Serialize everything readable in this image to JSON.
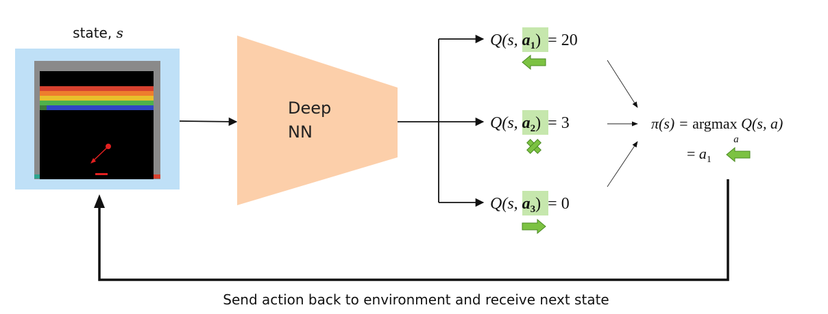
{
  "state_label": {
    "prefix": "state, ",
    "var": "s"
  },
  "network_label": {
    "line1": "Deep",
    "line2": "NN"
  },
  "q_values": [
    {
      "q": "Q(s,",
      "action_base": "a",
      "action_sub": "1",
      "close": ")",
      "equals": "= 20",
      "action_icon": "left-arrow-icon"
    },
    {
      "q": "Q(s,",
      "action_base": "a",
      "action_sub": "2",
      "close": ")",
      "equals": "= 3",
      "action_icon": "cross-icon"
    },
    {
      "q": "Q(s,",
      "action_base": "a",
      "action_sub": "3",
      "close": ")",
      "equals": "= 0",
      "action_icon": "right-arrow-icon"
    }
  ],
  "policy": {
    "lhs": "π(s) = ",
    "op": "argmax",
    "op_sub": "a",
    "rhs": " Q(s, a)",
    "result_prefix": "= ",
    "result_base": "a",
    "result_sub": "1",
    "result_icon": "left-arrow-icon"
  },
  "feedback_label": "Send action back to environment and receive next state",
  "colors": {
    "screen_frame": "#bfe0f7",
    "network_fill": "#fccfaa",
    "action_highlight": "#c6e7ad",
    "icon_green": "#7cc242",
    "game_background": "#000000",
    "game_wall": "#8a8a8a",
    "game_ball": "#e32020"
  },
  "game": {
    "brick_rows": [
      "#d7412f",
      "#ee7d2d",
      "#e8c02b",
      "#4fb24c",
      "#2f46c6"
    ]
  }
}
